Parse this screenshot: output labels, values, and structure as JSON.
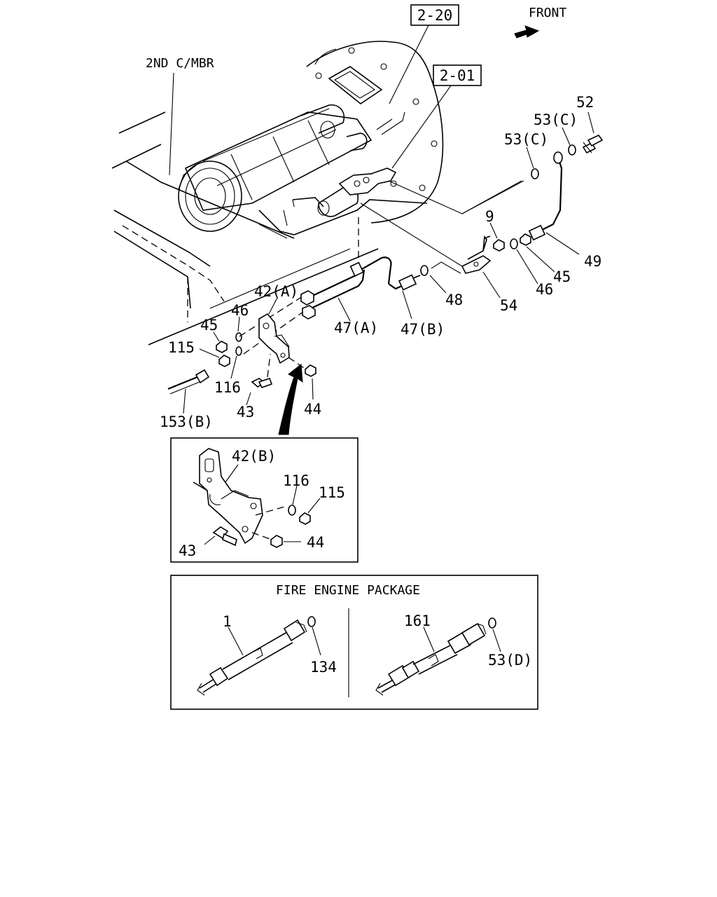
{
  "refs": {
    "ref_220": "2-20",
    "ref_201": "2-01"
  },
  "front_label": "FRONT",
  "member_label": "2ND C/MBR",
  "callouts": {
    "c52": "52",
    "c53c_a": "53(C)",
    "c53c_b": "53(C)",
    "c9": "9",
    "c49": "49",
    "c45_r": "45",
    "c46_r": "46",
    "c54": "54",
    "c48": "48",
    "c47a": "47(A)",
    "c47b": "47(B)",
    "c42a": "42(A)",
    "c46_l": "46",
    "c45_l": "45",
    "c115_l": "115",
    "c116_l": "116",
    "c43_l": "43",
    "c44_l": "44",
    "c153b": "153(B)"
  },
  "inset": {
    "c42b": "42(B)",
    "c116": "116",
    "c115": "115",
    "c43": "43",
    "c44": "44"
  },
  "fire_package": {
    "title": "FIRE ENGINE PACKAGE",
    "c1": "1",
    "c134": "134",
    "c161": "161",
    "c53d": "53(D)"
  }
}
